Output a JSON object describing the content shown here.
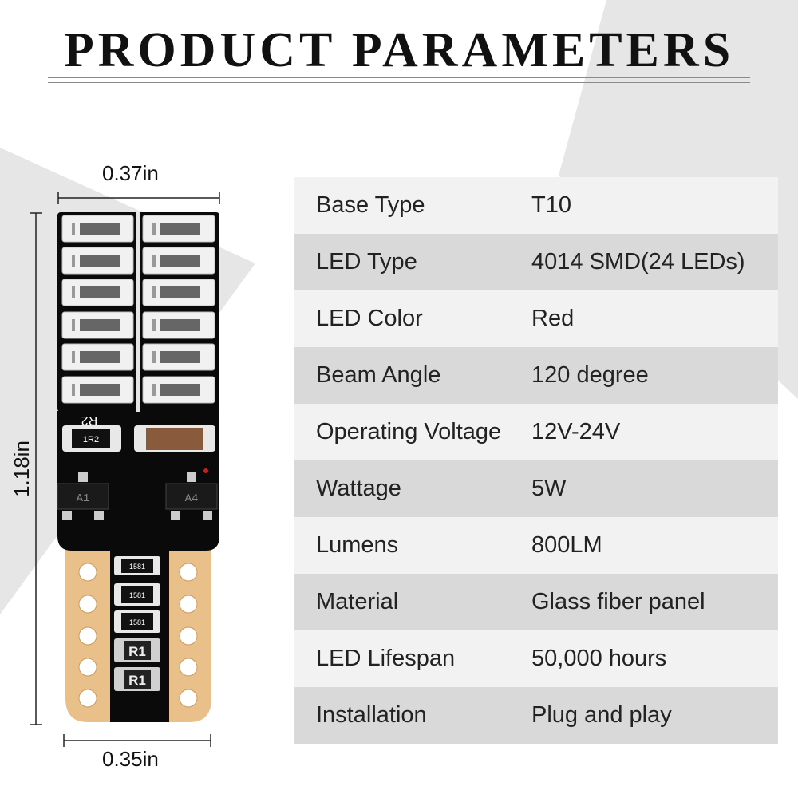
{
  "title": "PRODUCT PARAMETERS",
  "dimensions": {
    "top_width": "0.37in",
    "height": "1.18in",
    "bottom_width": "0.35in"
  },
  "pcb_labels": {
    "r2_flipped": "R2",
    "r2_small": "1R2",
    "a1": "A1",
    "a4": "A4",
    "res1": "1581",
    "res2": "1581",
    "res3": "1581",
    "r1_top": "R1",
    "r1_bottom": "R1"
  },
  "specs": [
    {
      "label": "Base Type",
      "value": "T10"
    },
    {
      "label": "LED Type",
      "value": "4014 SMD(24 LEDs)"
    },
    {
      "label": "LED Color",
      "value": "Red"
    },
    {
      "label": "Beam Angle",
      "value": "120 degree"
    },
    {
      "label": "Operating Voltage",
      "value": "12V-24V"
    },
    {
      "label": "Wattage",
      "value": "5W"
    },
    {
      "label": "Lumens",
      "value": "800LM"
    },
    {
      "label": "Material",
      "value": "Glass fiber panel"
    },
    {
      "label": "LED Lifespan",
      "value": "50,000 hours"
    },
    {
      "label": "Installation",
      "value": "Plug and play"
    }
  ],
  "colors": {
    "row_light": "#f2f2f2",
    "row_dark": "#d9d9d9",
    "pcb": "#0a0a0a",
    "contact": "#e9c08a",
    "led": "#666666"
  }
}
